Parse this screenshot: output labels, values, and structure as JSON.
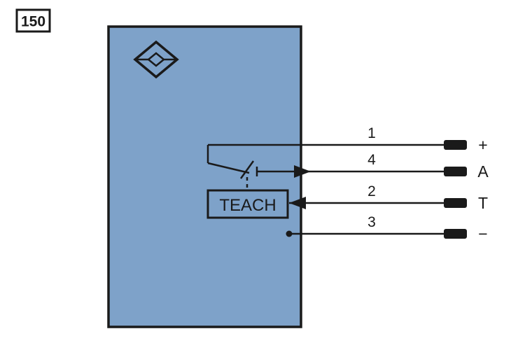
{
  "figure": {
    "label": "150"
  },
  "sensor": {
    "teach_label": "TEACH"
  },
  "wires": [
    {
      "number": "1",
      "terminal": "+"
    },
    {
      "number": "4",
      "terminal": "A"
    },
    {
      "number": "2",
      "terminal": "T"
    },
    {
      "number": "3",
      "terminal": "−"
    }
  ],
  "colors": {
    "sensor_fill": "#7EA2C9",
    "line": "#1A1A1A",
    "background": "#FFFFFF"
  }
}
